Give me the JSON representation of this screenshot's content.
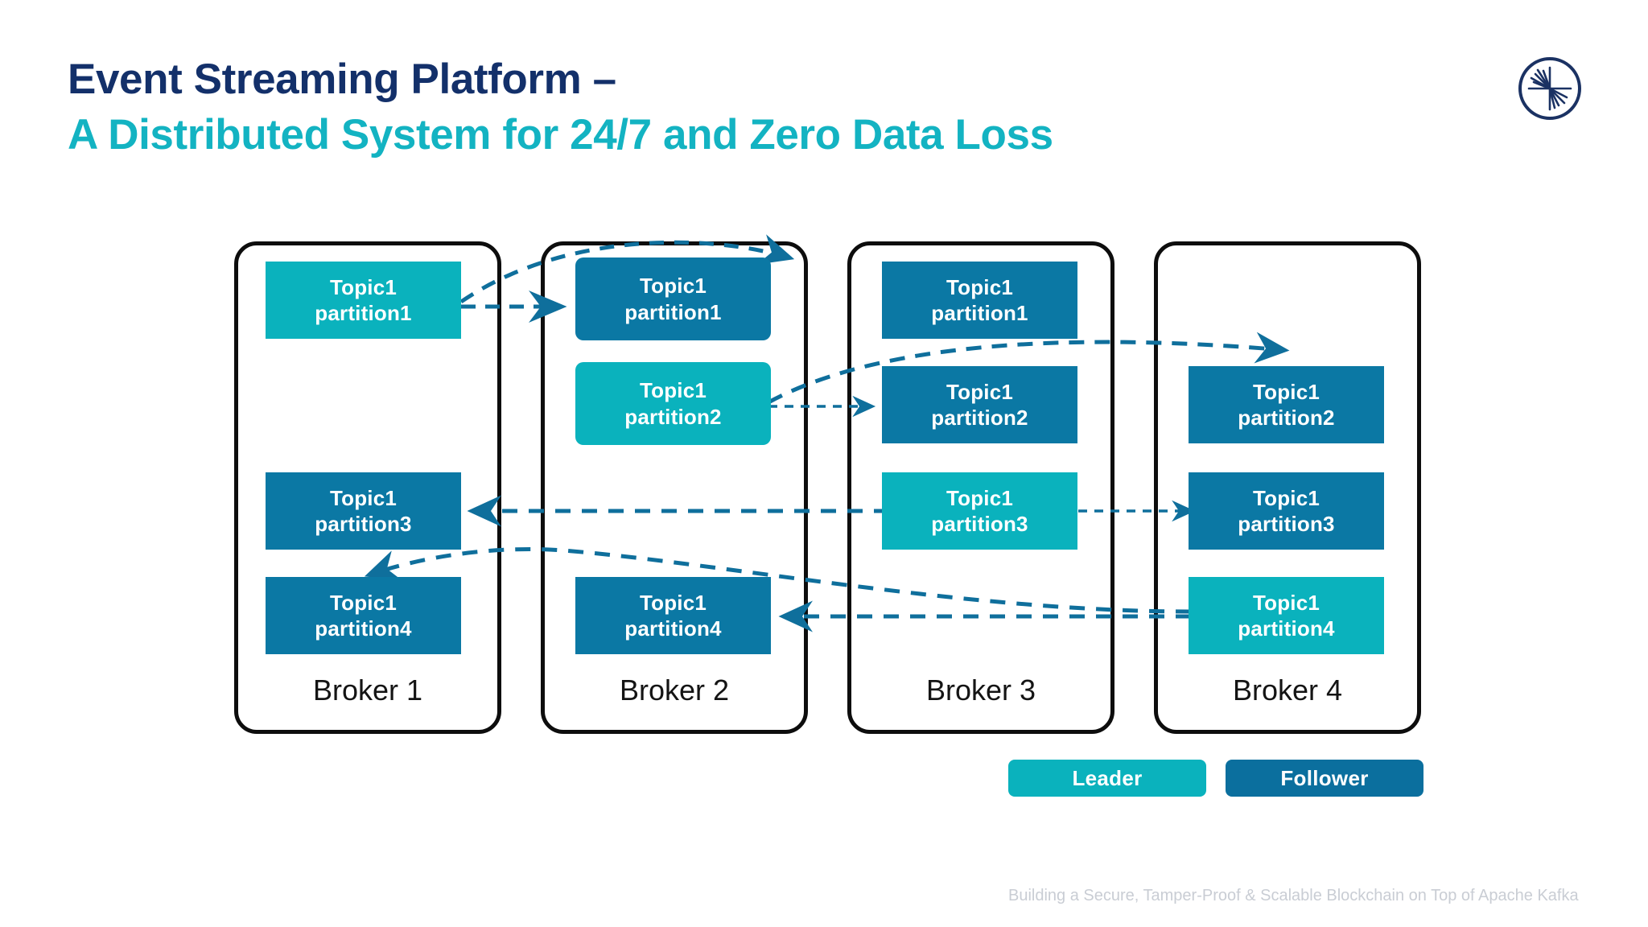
{
  "title": {
    "line1": "Event Streaming Platform –",
    "line2": "A Distributed System for 24/7 and Zero Data Loss",
    "color1": "#13306a",
    "color2": "#13b3c2"
  },
  "logo": {
    "name": "confluent-logo"
  },
  "colors": {
    "leader": "#0ab2bd",
    "follower": "#0b78a4",
    "legend_follower": "#0b6f9e",
    "broker_border": "#0d0d0d",
    "arrow": "#0f6f9c",
    "footer_text": "#c9cdd4"
  },
  "diagram": {
    "type": "kafka-replication",
    "topic": "Topic1",
    "brokers": [
      {
        "label": "Broker 1",
        "partitions": [
          {
            "slot": 1,
            "line1": "Topic1",
            "line2": "partition1",
            "role": "leader",
            "shape": "square"
          },
          {
            "slot": 2,
            "line1": "",
            "line2": "",
            "role": "empty",
            "shape": "none"
          },
          {
            "slot": 3,
            "line1": "Topic1",
            "line2": "partition3",
            "role": "follower",
            "shape": "square"
          },
          {
            "slot": 4,
            "line1": "Topic1",
            "line2": "partition4",
            "role": "follower",
            "shape": "square"
          }
        ]
      },
      {
        "label": "Broker 2",
        "partitions": [
          {
            "slot": 1,
            "line1": "Topic1",
            "line2": "partition1",
            "role": "follower",
            "shape": "rounded"
          },
          {
            "slot": 2,
            "line1": "Topic1",
            "line2": "partition2",
            "role": "leader",
            "shape": "rounded"
          },
          {
            "slot": 3,
            "line1": "",
            "line2": "",
            "role": "empty",
            "shape": "none"
          },
          {
            "slot": 4,
            "line1": "Topic1",
            "line2": "partition4",
            "role": "follower",
            "shape": "square"
          }
        ]
      },
      {
        "label": "Broker 3",
        "partitions": [
          {
            "slot": 1,
            "line1": "Topic1",
            "line2": "partition1",
            "role": "follower",
            "shape": "square"
          },
          {
            "slot": 2,
            "line1": "Topic1",
            "line2": "partition2",
            "role": "follower",
            "shape": "square"
          },
          {
            "slot": 3,
            "line1": "Topic1",
            "line2": "partition3",
            "role": "leader",
            "shape": "square"
          },
          {
            "slot": 4,
            "line1": "",
            "line2": "",
            "role": "empty",
            "shape": "none"
          }
        ]
      },
      {
        "label": "Broker 4",
        "partitions": [
          {
            "slot": 1,
            "line1": "",
            "line2": "",
            "role": "empty",
            "shape": "none"
          },
          {
            "slot": 2,
            "line1": "Topic1",
            "line2": "partition2",
            "role": "follower",
            "shape": "square"
          },
          {
            "slot": 3,
            "line1": "Topic1",
            "line2": "partition3",
            "role": "follower",
            "shape": "square"
          },
          {
            "slot": 4,
            "line1": "Topic1",
            "line2": "partition4",
            "role": "leader",
            "shape": "square"
          }
        ]
      }
    ],
    "replication_flows": [
      {
        "from": "broker1.partition1",
        "to": "broker2.partition1"
      },
      {
        "from": "broker1.partition1",
        "to": "broker3.partition1"
      },
      {
        "from": "broker2.partition2",
        "to": "broker3.partition2"
      },
      {
        "from": "broker2.partition2",
        "to": "broker4.partition2"
      },
      {
        "from": "broker3.partition3",
        "to": "broker1.partition3"
      },
      {
        "from": "broker3.partition3",
        "to": "broker4.partition3"
      },
      {
        "from": "broker4.partition4",
        "to": "broker2.partition4"
      },
      {
        "from": "broker4.partition4",
        "to": "broker1.partition4"
      }
    ]
  },
  "legend": {
    "leader_label": "Leader",
    "follower_label": "Follower"
  },
  "footer": {
    "text": "Building a Secure, Tamper-Proof & Scalable Blockchain on Top of Apache Kafka"
  }
}
